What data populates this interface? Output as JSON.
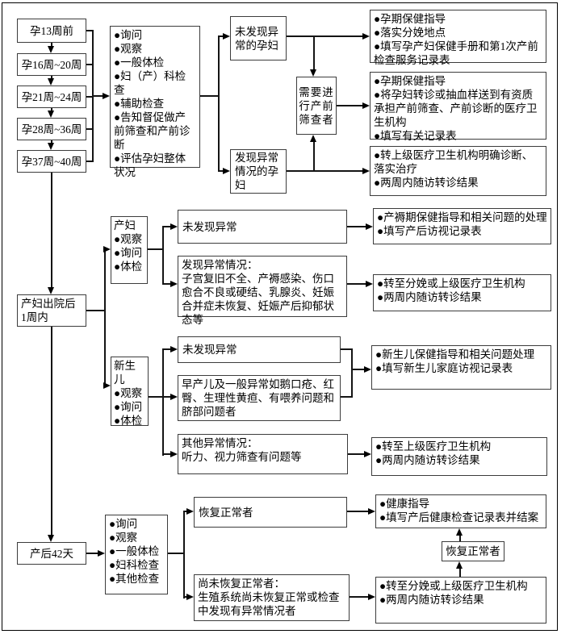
{
  "diagram_type": "flowchart",
  "colors": {
    "background": "#ffffff",
    "box_border": "#3c3c3c",
    "line": "#141414",
    "text": "#000000"
  },
  "pregnancy": {
    "stages": [
      "孕13周前",
      "孕16周~20周",
      "孕21周~24周",
      "孕28周~36周",
      "孕37周~40周"
    ],
    "checklist": "●询问\n●观察\n●一般体检\n●妇（产）科检查\n●辅助检查\n●告知督促做产前筛查和产前诊断\n●评估孕妇整体状况",
    "no_abnormal": "未发现异常的孕妇",
    "need_screening": "需要进行产前筛查者",
    "abnormal": "发现异常情况的孕妇",
    "outcome_no_abnormal": "●孕期保健指导\n●落实分娩地点\n●填写孕产妇保健手册和第1次产前检查服务记录表",
    "outcome_screening": "●孕期保健指导\n●将孕妇转诊或抽血样送到有资质承担产前筛查、产前诊断的医疗卫生机构\n●填写有关记录表",
    "outcome_abnormal": "●转上级医疗卫生机构明确诊断、落实治疗\n●两周内随访转诊结果"
  },
  "discharge_week": {
    "stage": "产妇出院后 1周内",
    "mother_checklist": "产妇\n●观察\n●询问\n●体检",
    "newborn_checklist": "新生儿\n●观察\n●询问\n●体检",
    "mother_no_abnormal": "未发现异常",
    "mother_abnormal": "发现异常情况：\n子宫复旧不全、产褥感染、伤口愈合不良或硬结、乳腺炎、妊娠合并症未恢复、妊娠产后抑郁状态等",
    "mother_outcome_normal": "●产褥期保健指导和相关问题的处理\n●填写产后访视记录表",
    "mother_outcome_abnormal": "●转至分娩或上级医疗卫生机构\n●两周内随访转诊结果",
    "newborn_no_abnormal": "未发现异常",
    "newborn_minor_abnormal": "早产儿及一般异常如鹅口疮、红臀、生理性黄疸、有喂养问题和脐部问题者",
    "newborn_other_abnormal": "其他异常情况：\n听力、视力筛查有问题等",
    "newborn_outcome_normal": "●新生儿保健指导和相关问题处理\n●填写新生儿家庭访视记录表",
    "newborn_outcome_other": "●转至上级医疗卫生机构\n●两周内随访转诊结果"
  },
  "day42": {
    "stage": "产后42天",
    "checklist": "●询问\n●观察\n●一般体检\n●妇科检查\n●其他检查",
    "recovered": "恢复正常者",
    "not_recovered": "尚未恢复正常者：\n生殖系统尚未恢复正常或检查中发现有异常情况者",
    "outcome_recovered": "●健康指导\n●填写产后健康检查记录表并结案",
    "outcome_not_recovered": "●转至分娩或上级医疗卫生机构\n●两周内随访转诊结果",
    "recovered_link": "恢复正常者"
  }
}
